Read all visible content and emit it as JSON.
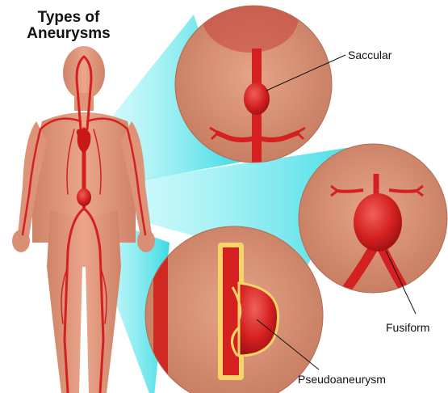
{
  "title_lines": [
    "Types of",
    "Aneurysms"
  ],
  "labels": {
    "saccular": "Saccular",
    "fusiform": "Fusiform",
    "pseudoaneurysm": "Pseudoaneurysm"
  },
  "colors": {
    "skin": "#e4997e",
    "artery": "#d42020",
    "beam": "#5ee8ee",
    "detail_bg": "#d88e72",
    "fiber": "#f0e070"
  }
}
